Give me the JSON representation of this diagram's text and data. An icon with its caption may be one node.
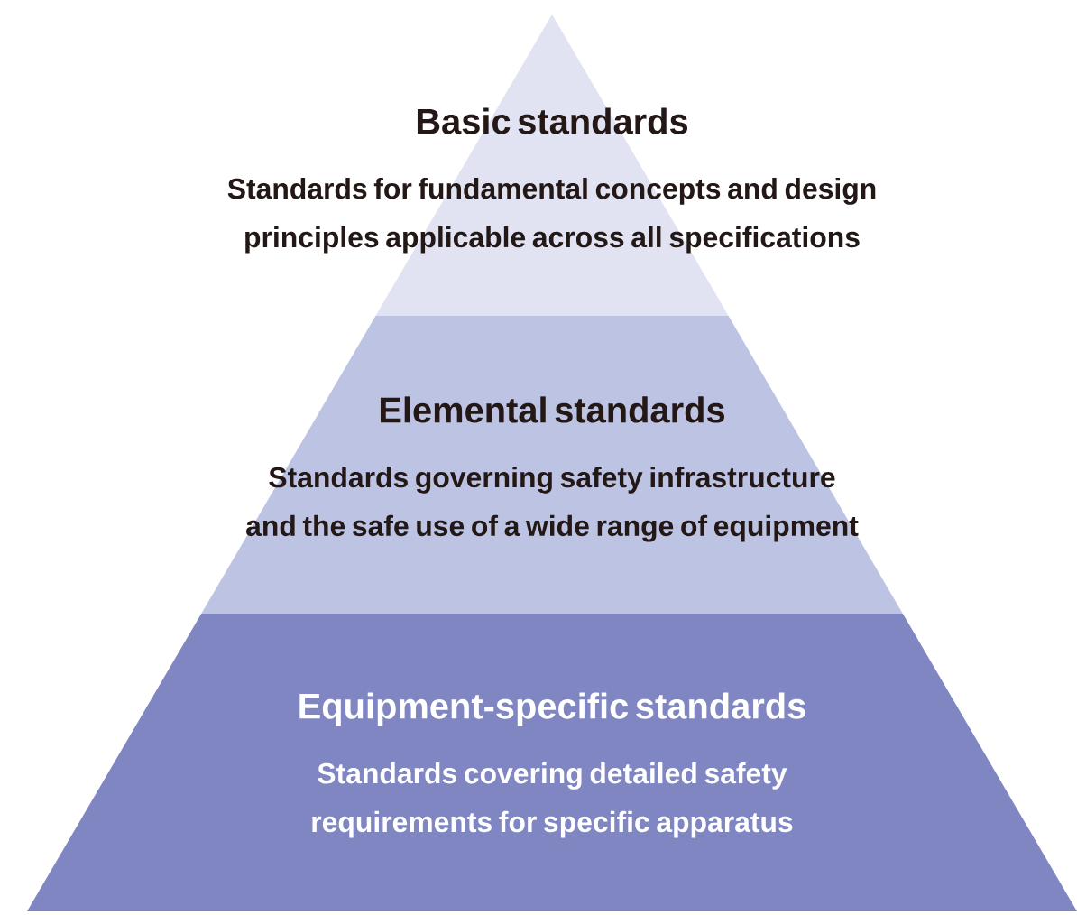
{
  "diagram": {
    "nodes": [
      {
        "text": [
          "Basic standards",
          "Standards for fundamental concepts and design principles applicable across all specifications"
        ]
      },
      {
        "text": [
          "Elemental standards",
          "Standards governing safety infrastructure and the safe use of a wide range of equipment"
        ]
      },
      {
        "text": [
          "Equipment-specific standards",
          "Standards covering detailed safety requirements for specific apparatus"
        ]
      }
    ]
  }
}
